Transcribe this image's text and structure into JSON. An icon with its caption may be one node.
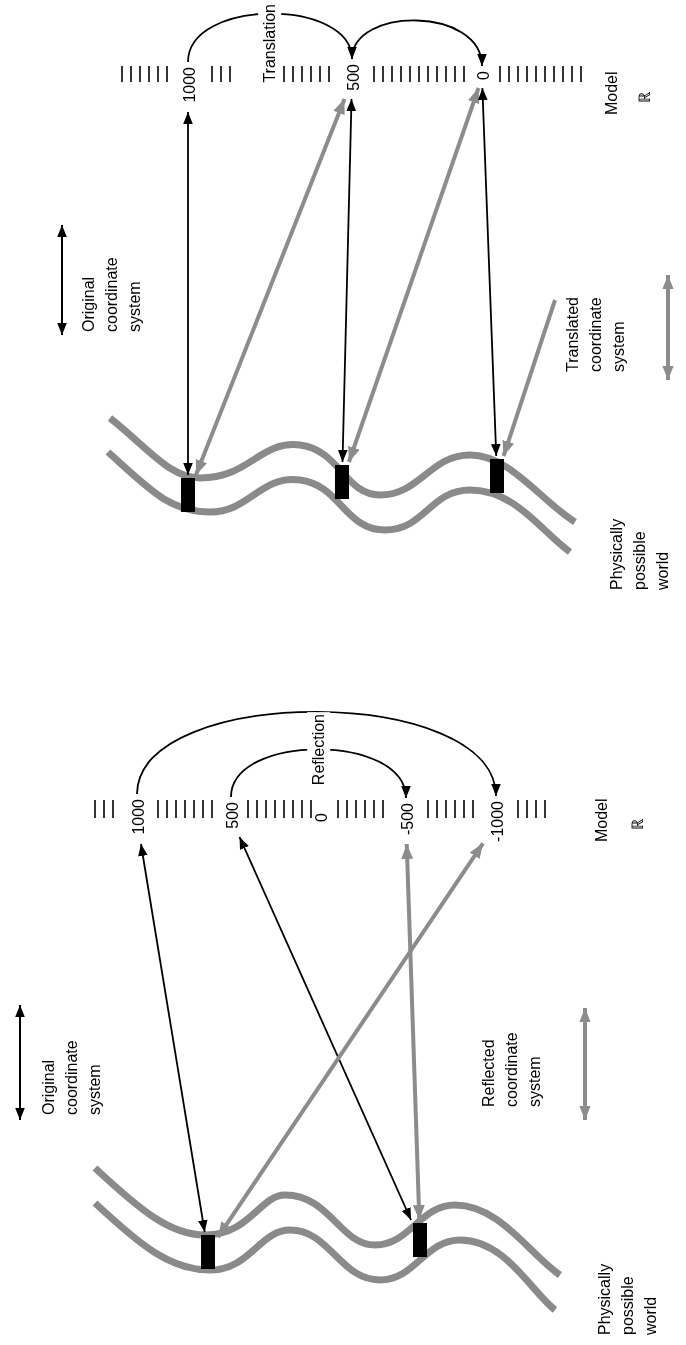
{
  "diagram": {
    "nodes": [
      {
        "text": [
          "1000"
        ]
      },
      {
        "text": [
          "500"
        ]
      },
      {
        "text": [
          "0"
        ]
      },
      {
        "text": [],
        "shape": "bar"
      },
      {
        "text": [],
        "shape": "bar"
      },
      {
        "text": [],
        "shape": "bar"
      },
      {
        "text": [
          "1000"
        ]
      },
      {
        "text": [
          "500"
        ]
      },
      {
        "text": [
          "-500"
        ]
      },
      {
        "text": [
          "-1000"
        ]
      },
      {
        "text": [],
        "shape": "bar"
      },
      {
        "text": [],
        "shape": "bar"
      }
    ],
    "edges": [
      {
        "from": 0,
        "to": 1,
        "arrow": "to",
        "label": "Translation"
      },
      {
        "from": 1,
        "to": 2,
        "arrow": "to"
      },
      {
        "from": 0,
        "to": 3,
        "arrow": "both"
      },
      {
        "from": 1,
        "to": 3,
        "arrow": "both",
        "style": "thick",
        "color": "#8c8c8c"
      },
      {
        "from": 1,
        "to": 4,
        "arrow": "both"
      },
      {
        "from": 2,
        "to": 4,
        "arrow": "both",
        "style": "thick",
        "color": "#8c8c8c"
      },
      {
        "from": 2,
        "to": 5,
        "arrow": "both"
      },
      {
        "from": null,
        "to": 5,
        "arrow": "to",
        "style": "thick",
        "color": "#8c8c8c"
      },
      {
        "from": 6,
        "to": 9,
        "arrow": "to"
      },
      {
        "from": 7,
        "to": 8,
        "arrow": "to",
        "label": "Reflection"
      },
      {
        "from": 6,
        "to": 10,
        "arrow": "both"
      },
      {
        "from": 7,
        "to": 11,
        "arrow": "both"
      },
      {
        "from": 8,
        "to": 11,
        "arrow": "both",
        "style": "thick",
        "color": "#8c8c8c"
      },
      {
        "from": 9,
        "to": 10,
        "arrow": "both",
        "style": "thick",
        "color": "#8c8c8c"
      }
    ],
    "labels": [
      "Model",
      "ℝ",
      "Original coordinate system",
      "Translated coordinate system",
      "Physically possible world",
      "0",
      "Model",
      "ℝ",
      "Original coordinate system",
      "Reflected coordinate system",
      "Physically possible world"
    ]
  }
}
